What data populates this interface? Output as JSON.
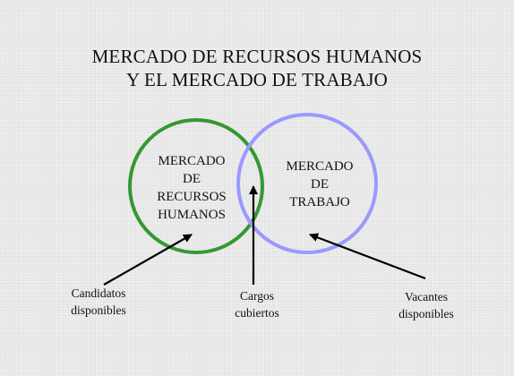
{
  "title": {
    "line1": "MERCADO DE RECURSOS HUMANOS",
    "line2": "Y EL MERCADO DE TRABAJO"
  },
  "circles": {
    "left": {
      "label_lines": [
        "MERCADO",
        "DE",
        "RECURSOS",
        "HUMANOS"
      ],
      "color": "#339933"
    },
    "right": {
      "label_lines": [
        "MERCADO",
        "DE",
        "TRABAJO"
      ],
      "color": "#9999ff"
    }
  },
  "captions": {
    "left": [
      "Candidatos",
      "disponibles"
    ],
    "middle": [
      "Cargos",
      "cubiertos"
    ],
    "right": [
      "Vacantes",
      "disponibles"
    ]
  },
  "arrow_color": "#000000"
}
